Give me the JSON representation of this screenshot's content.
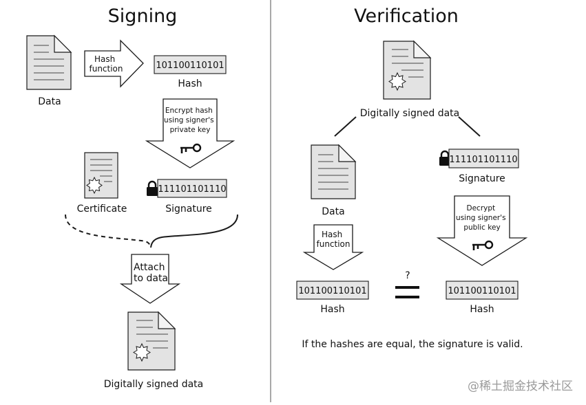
{
  "signing": {
    "title": "Signing",
    "data_label": "Data",
    "hash_function": [
      "Hash",
      "function"
    ],
    "hash_value": "101100110101",
    "hash_label": "Hash",
    "encrypt": [
      "Encrypt hash",
      "using signer's",
      "private key"
    ],
    "certificate_label": "Certificate",
    "signature_value": "111101101110",
    "signature_label": "Signature",
    "attach": [
      "Attach",
      "to data"
    ],
    "signed_label": "Digitally signed data"
  },
  "verification": {
    "title": "Verification",
    "signed_label": "Digitally signed data",
    "data_label": "Data",
    "signature_value": "111101101110",
    "signature_label": "Signature",
    "hash_function": [
      "Hash",
      "function"
    ],
    "decrypt": [
      "Decrypt",
      "using signer's",
      "public key"
    ],
    "hash_value_left": "101100110101",
    "hash_value_right": "101100110101",
    "hash_label_left": "Hash",
    "hash_label_right": "Hash",
    "question": "?",
    "footer": "If the hashes are equal, the signature is valid."
  },
  "watermark": "@稀土掘金技术社区",
  "colors": {
    "doc_fill": "#e3e3e3",
    "box_fill": "#e6e6e6",
    "stroke": "#1a1a1a",
    "divider": "#8c8c8c"
  }
}
